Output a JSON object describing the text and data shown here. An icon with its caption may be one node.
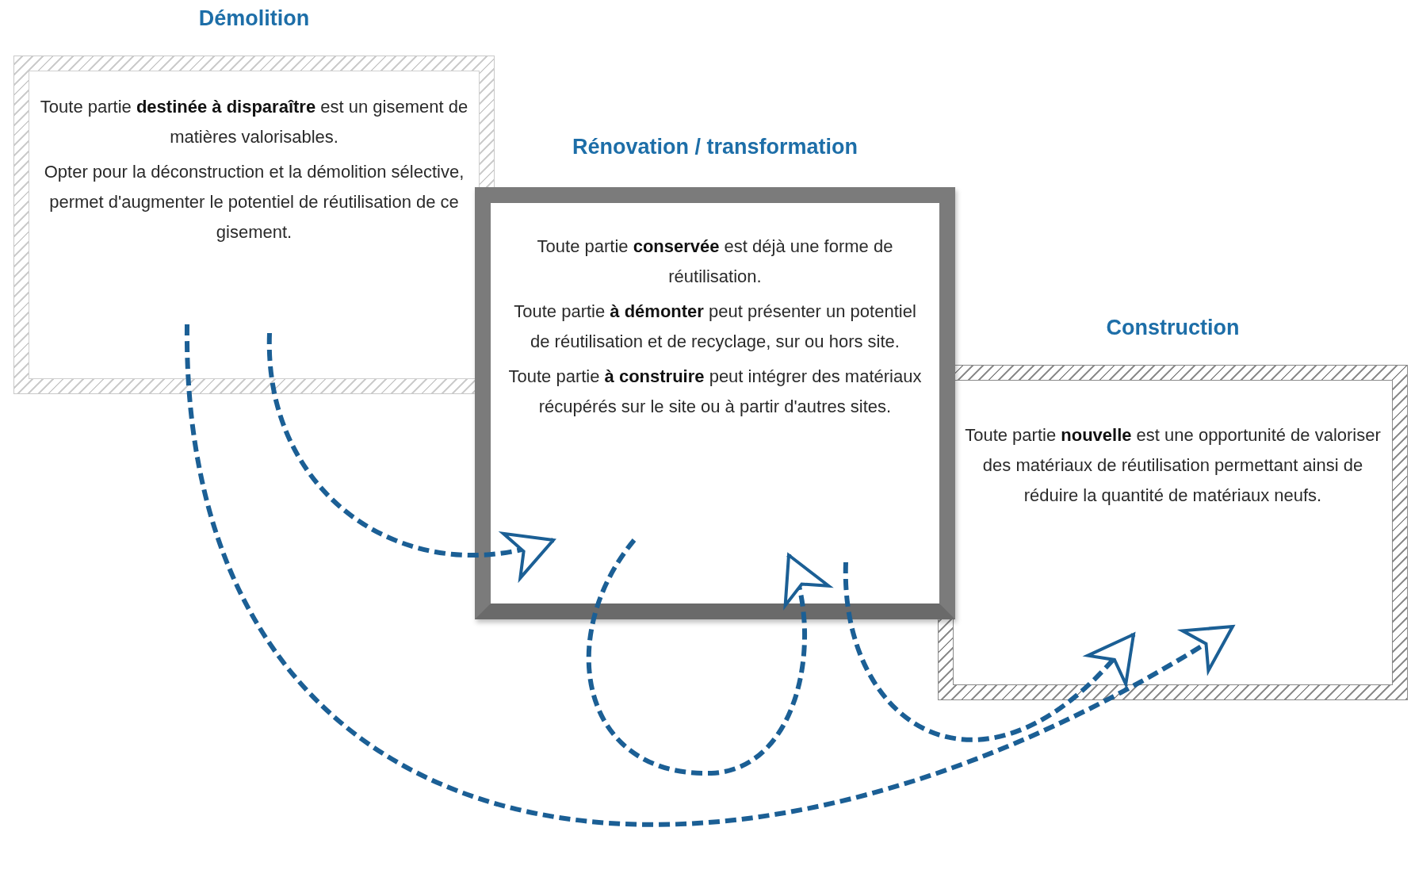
{
  "diagram": {
    "nodes": [
      {
        "text": [
          "Démolition",
          "Toute partie **destinée à disparaître** est un gisement de matières valorisables.",
          "Opter pour la déconstruction et la démolition sélective, permet d'augmenter le potentiel de réutilisation de ce gisement."
        ]
      },
      {
        "text": [
          "Rénovation / transformation",
          "Toute partie **conservée** est déjà une forme de réutilisation.",
          "Toute partie **à démonter** peut présenter un potentiel de réutilisation et de recyclage, sur ou hors site.",
          "Toute partie **à construire** peut intégrer des matériaux récupérés sur le site ou à partir d'autres sites."
        ]
      },
      {
        "text": [
          "Construction",
          "Toute partie **nouvelle** est une opportunité de valoriser des matériaux de réutilisation permettant ainsi de réduire la quantité de matériaux neufs."
        ]
      }
    ],
    "edges": [
      {
        "from": 0,
        "to": 1,
        "arrow": "to",
        "style": "dashed"
      },
      {
        "from": 0,
        "to": 2,
        "arrow": "to",
        "style": "dashed"
      },
      {
        "from": 1,
        "to": 1,
        "arrow": "to",
        "style": "dashed"
      },
      {
        "from": 1,
        "to": 2,
        "arrow": "to",
        "style": "dashed"
      }
    ]
  }
}
